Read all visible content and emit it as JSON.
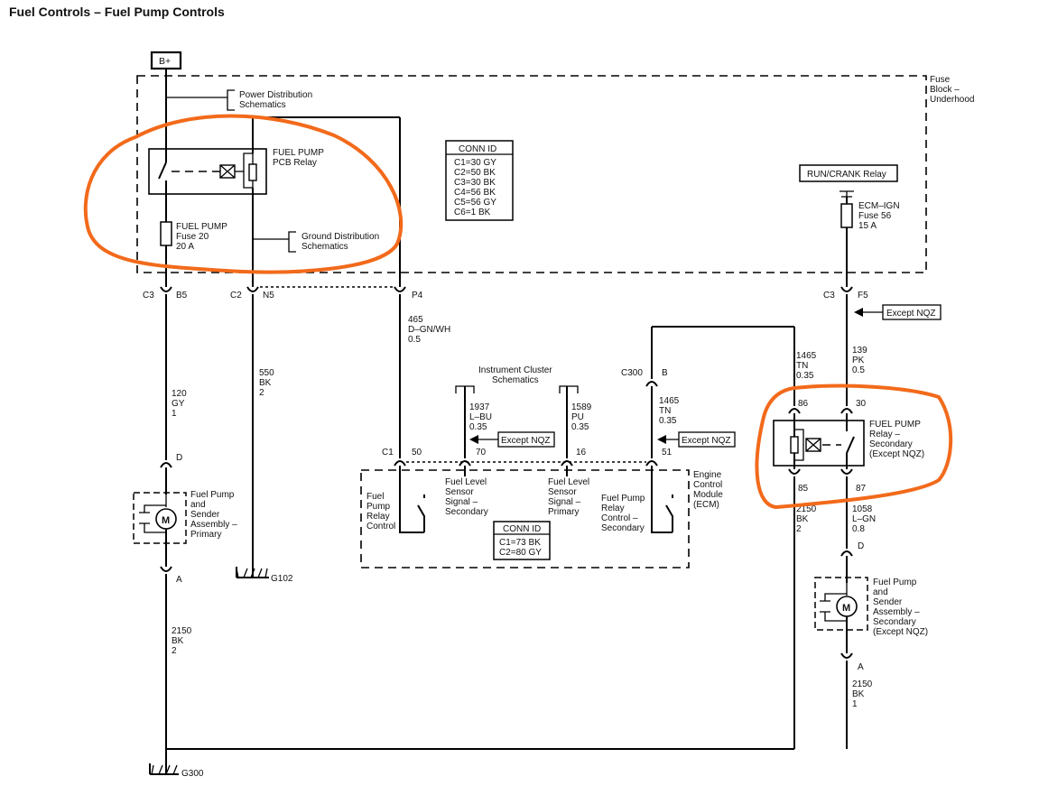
{
  "title": "Fuel Controls – Fuel Pump Controls",
  "labels": {
    "bplus": "B+",
    "power_dist_1": "Power Distribution",
    "power_dist_2": "Schematics",
    "fuse_block_1": "Fuse",
    "fuse_block_2": "Block –",
    "fuse_block_3": "Underhood",
    "pcb_relay_1": "FUEL PUMP",
    "pcb_relay_2": "PCB Relay",
    "fuse20_1": "FUEL PUMP",
    "fuse20_2": "Fuse 20",
    "fuse20_3": "20 A",
    "ground_dist_1": "Ground Distribution",
    "ground_dist_2": "Schematics",
    "conn_box_title": "CONN ID",
    "conn_box_1": "C1=30 GY",
    "conn_box_2": "C2=50 BK",
    "conn_box_3": "C3=30 BK",
    "conn_box_4": "C4=56 BK",
    "conn_box_5": "C5=56 GY",
    "conn_box_6": "C6=1 BK",
    "run_crank": "RUN/CRANK Relay",
    "ecm_ign_1": "ECM–IGN",
    "ecm_ign_2": "Fuse 56",
    "ecm_ign_3": "15 A",
    "c3_left": "C3",
    "b5": "B5",
    "c2": "C2",
    "n5": "N5",
    "p4": "P4",
    "c3_right": "C3",
    "f5": "F5",
    "except_nqz_f5": "Except NQZ",
    "w465_1": "465",
    "w465_2": "D–GN/WH",
    "w465_3": "0.5",
    "w120_1": "120",
    "w120_2": "GY",
    "w120_3": "1",
    "w550_1": "550",
    "w550_2": "BK",
    "w550_3": "2",
    "ic_schem_1": "Instrument Cluster",
    "ic_schem_2": "Schematics",
    "w1937_1": "1937",
    "w1937_2": "L–BU",
    "w1937_3": "0.35",
    "w1589_1": "1589",
    "w1589_2": "PU",
    "w1589_3": "0.35",
    "except_nqz_mid": "Except NQZ",
    "c300": "C300",
    "b_pin": "B",
    "w1465a_1": "1465",
    "w1465a_2": "TN",
    "w1465a_3": "0.35",
    "except_nqz_ecm": "Except NQZ",
    "w1465b_1": "1465",
    "w1465b_2": "TN",
    "w1465b_3": "0.35",
    "w139_1": "139",
    "w139_2": "PK",
    "w139_3": "0.5",
    "pin86": "86",
    "pin30": "30",
    "pin85": "85",
    "pin87": "87",
    "sec_relay_1": "FUEL PUMP",
    "sec_relay_2": "Relay –",
    "sec_relay_3": "Secondary",
    "sec_relay_4": "(Except NQZ)",
    "w2150r_1": "2150",
    "w2150r_2": "BK",
    "w2150r_3": "2",
    "w1058_1": "1058",
    "w1058_2": "L–GN",
    "w1058_3": "0.8",
    "d_left": "D",
    "d_right": "D",
    "a_left": "A",
    "a_right": "A",
    "pump_pri_1": "Fuel Pump",
    "pump_pri_2": "and",
    "pump_pri_3": "Sender",
    "pump_pri_4": "Assembly –",
    "pump_pri_5": "Primary",
    "pump_sec_1": "Fuel Pump",
    "pump_sec_2": "and",
    "pump_sec_3": "Sender",
    "pump_sec_4": "Assembly –",
    "pump_sec_5": "Secondary",
    "pump_sec_6": "(Except NQZ)",
    "g102": "G102",
    "g300": "G300",
    "w2150l_1": "2150",
    "w2150l_2": "BK",
    "w2150l_3": "2",
    "w2150rb_1": "2150",
    "w2150rb_2": "BK",
    "w2150rb_3": "1",
    "ecm_c1": "C1",
    "pin50": "50",
    "pin70": "70",
    "pin16": "16",
    "pin51": "51",
    "ecm_1": "Engine",
    "ecm_2": "Control",
    "ecm_3": "Module",
    "ecm_4": "(ECM)",
    "fprc_1": "Fuel",
    "fprc_2": "Pump",
    "fprc_3": "Relay",
    "fprc_4": "Control",
    "flss_1": "Fuel Level",
    "flss_2": "Sensor",
    "flss_3": "Signal –",
    "flss_4": "Secondary",
    "flsp_1": "Fuel Level",
    "flsp_2": "Sensor",
    "flsp_3": "Signal –",
    "flsp_4": "Primary",
    "fprcs_1": "Fuel Pump",
    "fprcs_2": "Relay",
    "fprcs_3": "Control –",
    "fprcs_4": "Secondary",
    "ecm_conn_title": "CONN ID",
    "ecm_conn_1": "C1=73 BK",
    "ecm_conn_2": "C2=80 GY"
  },
  "colors": {
    "highlight": "#f26a1b",
    "ink": "#000000"
  },
  "icons": [
    "relay-coil-icon",
    "fuse-icon",
    "motor-icon",
    "ground-icon",
    "switch-icon",
    "arrow-icon"
  ]
}
